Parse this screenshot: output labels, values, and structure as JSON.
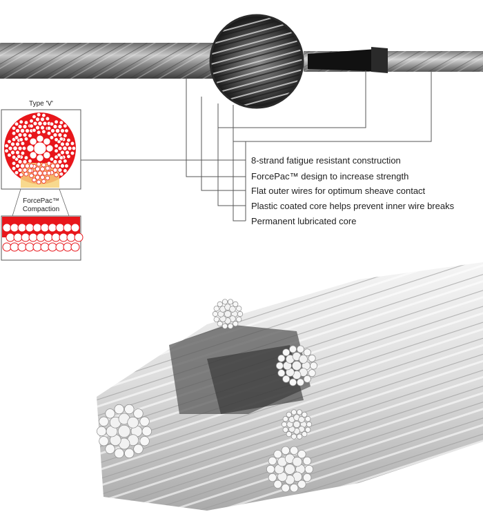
{
  "cross_section": {
    "type_label": "Type 'V'",
    "compaction_label_line1": "ForcePac™",
    "compaction_label_line2": "Compaction"
  },
  "features": [
    "8-strand fatigue resistant construction",
    "ForcePac™ design to increase strength",
    "Flat outer wires for optimum sheave contact",
    "Plastic coated core helps prevent inner wire breaks",
    "Permanent lubricated core"
  ],
  "colors": {
    "wire_red": "#e8161b",
    "compaction_highlight": "#f7d27a",
    "steel_dark": "#4a4a4a",
    "steel_light": "#d8d8d8",
    "core_black": "#111111",
    "leader_line": "#555555"
  }
}
